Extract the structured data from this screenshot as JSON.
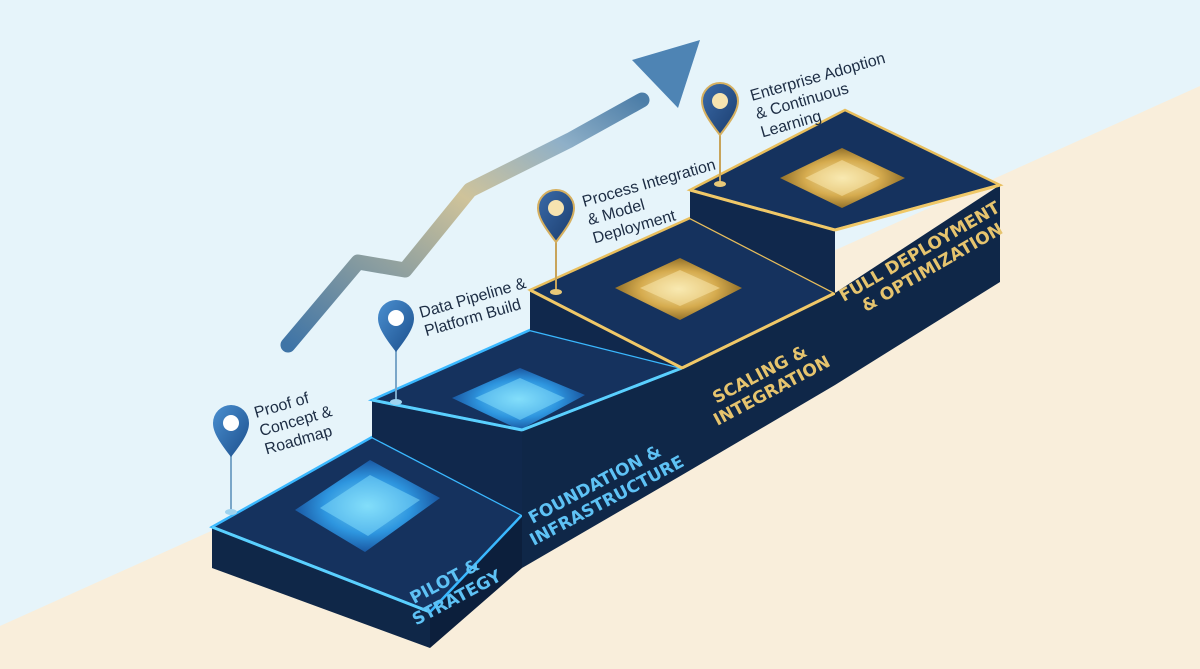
{
  "stages": [
    {
      "title_lines": [
        "PILOT &",
        "STRATEGY"
      ],
      "milestone_lines": [
        "Proof of",
        "Concept &",
        "Roadmap"
      ],
      "theme": "blue"
    },
    {
      "title_lines": [
        "FOUNDATION &",
        "INFRASTRUCTURE"
      ],
      "milestone_lines": [
        "Data Pipeline &",
        "Platform Build"
      ],
      "theme": "blue"
    },
    {
      "title_lines": [
        "SCALING &",
        "INTEGRATION"
      ],
      "milestone_lines": [
        "Process Integration",
        "& Model",
        "Deployment"
      ],
      "theme": "gold"
    },
    {
      "title_lines": [
        "FULL DEPLOYMENT",
        "& OPTIMIZATION"
      ],
      "milestone_lines": [
        "Enterprise Adoption",
        "& Continuous",
        "Learning"
      ],
      "theme": "gold"
    }
  ],
  "colors": {
    "sky": "#e6f4fa",
    "sand": "#f9eedb",
    "block_top": "#15325e",
    "block_side": "#0f2748",
    "blue_glow": "#3ab8ff",
    "gold_glow": "#e8be5c",
    "blue_text": "#5ec2f5",
    "gold_text": "#e6c46e",
    "label_text": "#1d2d44"
  },
  "icons": {
    "trend": "trend-arrow-icon",
    "pin": "location-pin-icon"
  }
}
